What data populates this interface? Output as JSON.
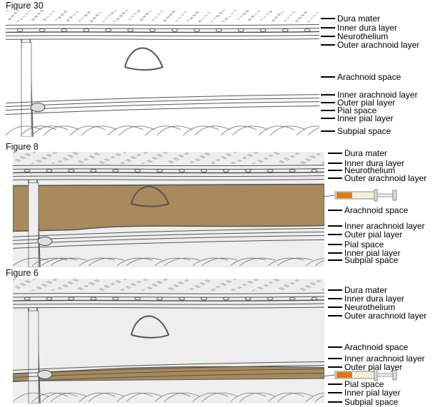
{
  "figures": [
    {
      "title": "Figure 30",
      "fluid": "none",
      "labels": [
        "Dura mater",
        "Inner dura layer",
        "Neurothelium",
        "Outer arachnoid layer",
        "Arachnoid space",
        "Inner arachnoid layer",
        "Outer pial layer",
        "Pial space",
        "Inner pial layer",
        "Subpial space"
      ]
    },
    {
      "title": "Figure 8",
      "fluid": "arachnoid space",
      "syringe": true,
      "labels": [
        "Dura mater",
        "Inner dura layer",
        "Neurothelium",
        "Outer arachnoid layer",
        "Arachnoid space",
        "Inner arachnoid layer",
        "Outer pial layer",
        "Pial space",
        "Inner pial layer",
        "Subpial space"
      ]
    },
    {
      "title": "Figure 6",
      "fluid": "pial space",
      "syringe": true,
      "labels": [
        "Dura mater",
        "Inner dura layer",
        "Neurothelium",
        "Outer arachnoid layer",
        "Arachnoid space",
        "Inner arachnoid layer",
        "Outer pial layer",
        "Pial space",
        "Inner pial layer",
        "Subpial space"
      ]
    }
  ],
  "colors": {
    "fluid": "#a88a5c",
    "line": "#555555",
    "syringe_plunger": "#e07a10"
  }
}
